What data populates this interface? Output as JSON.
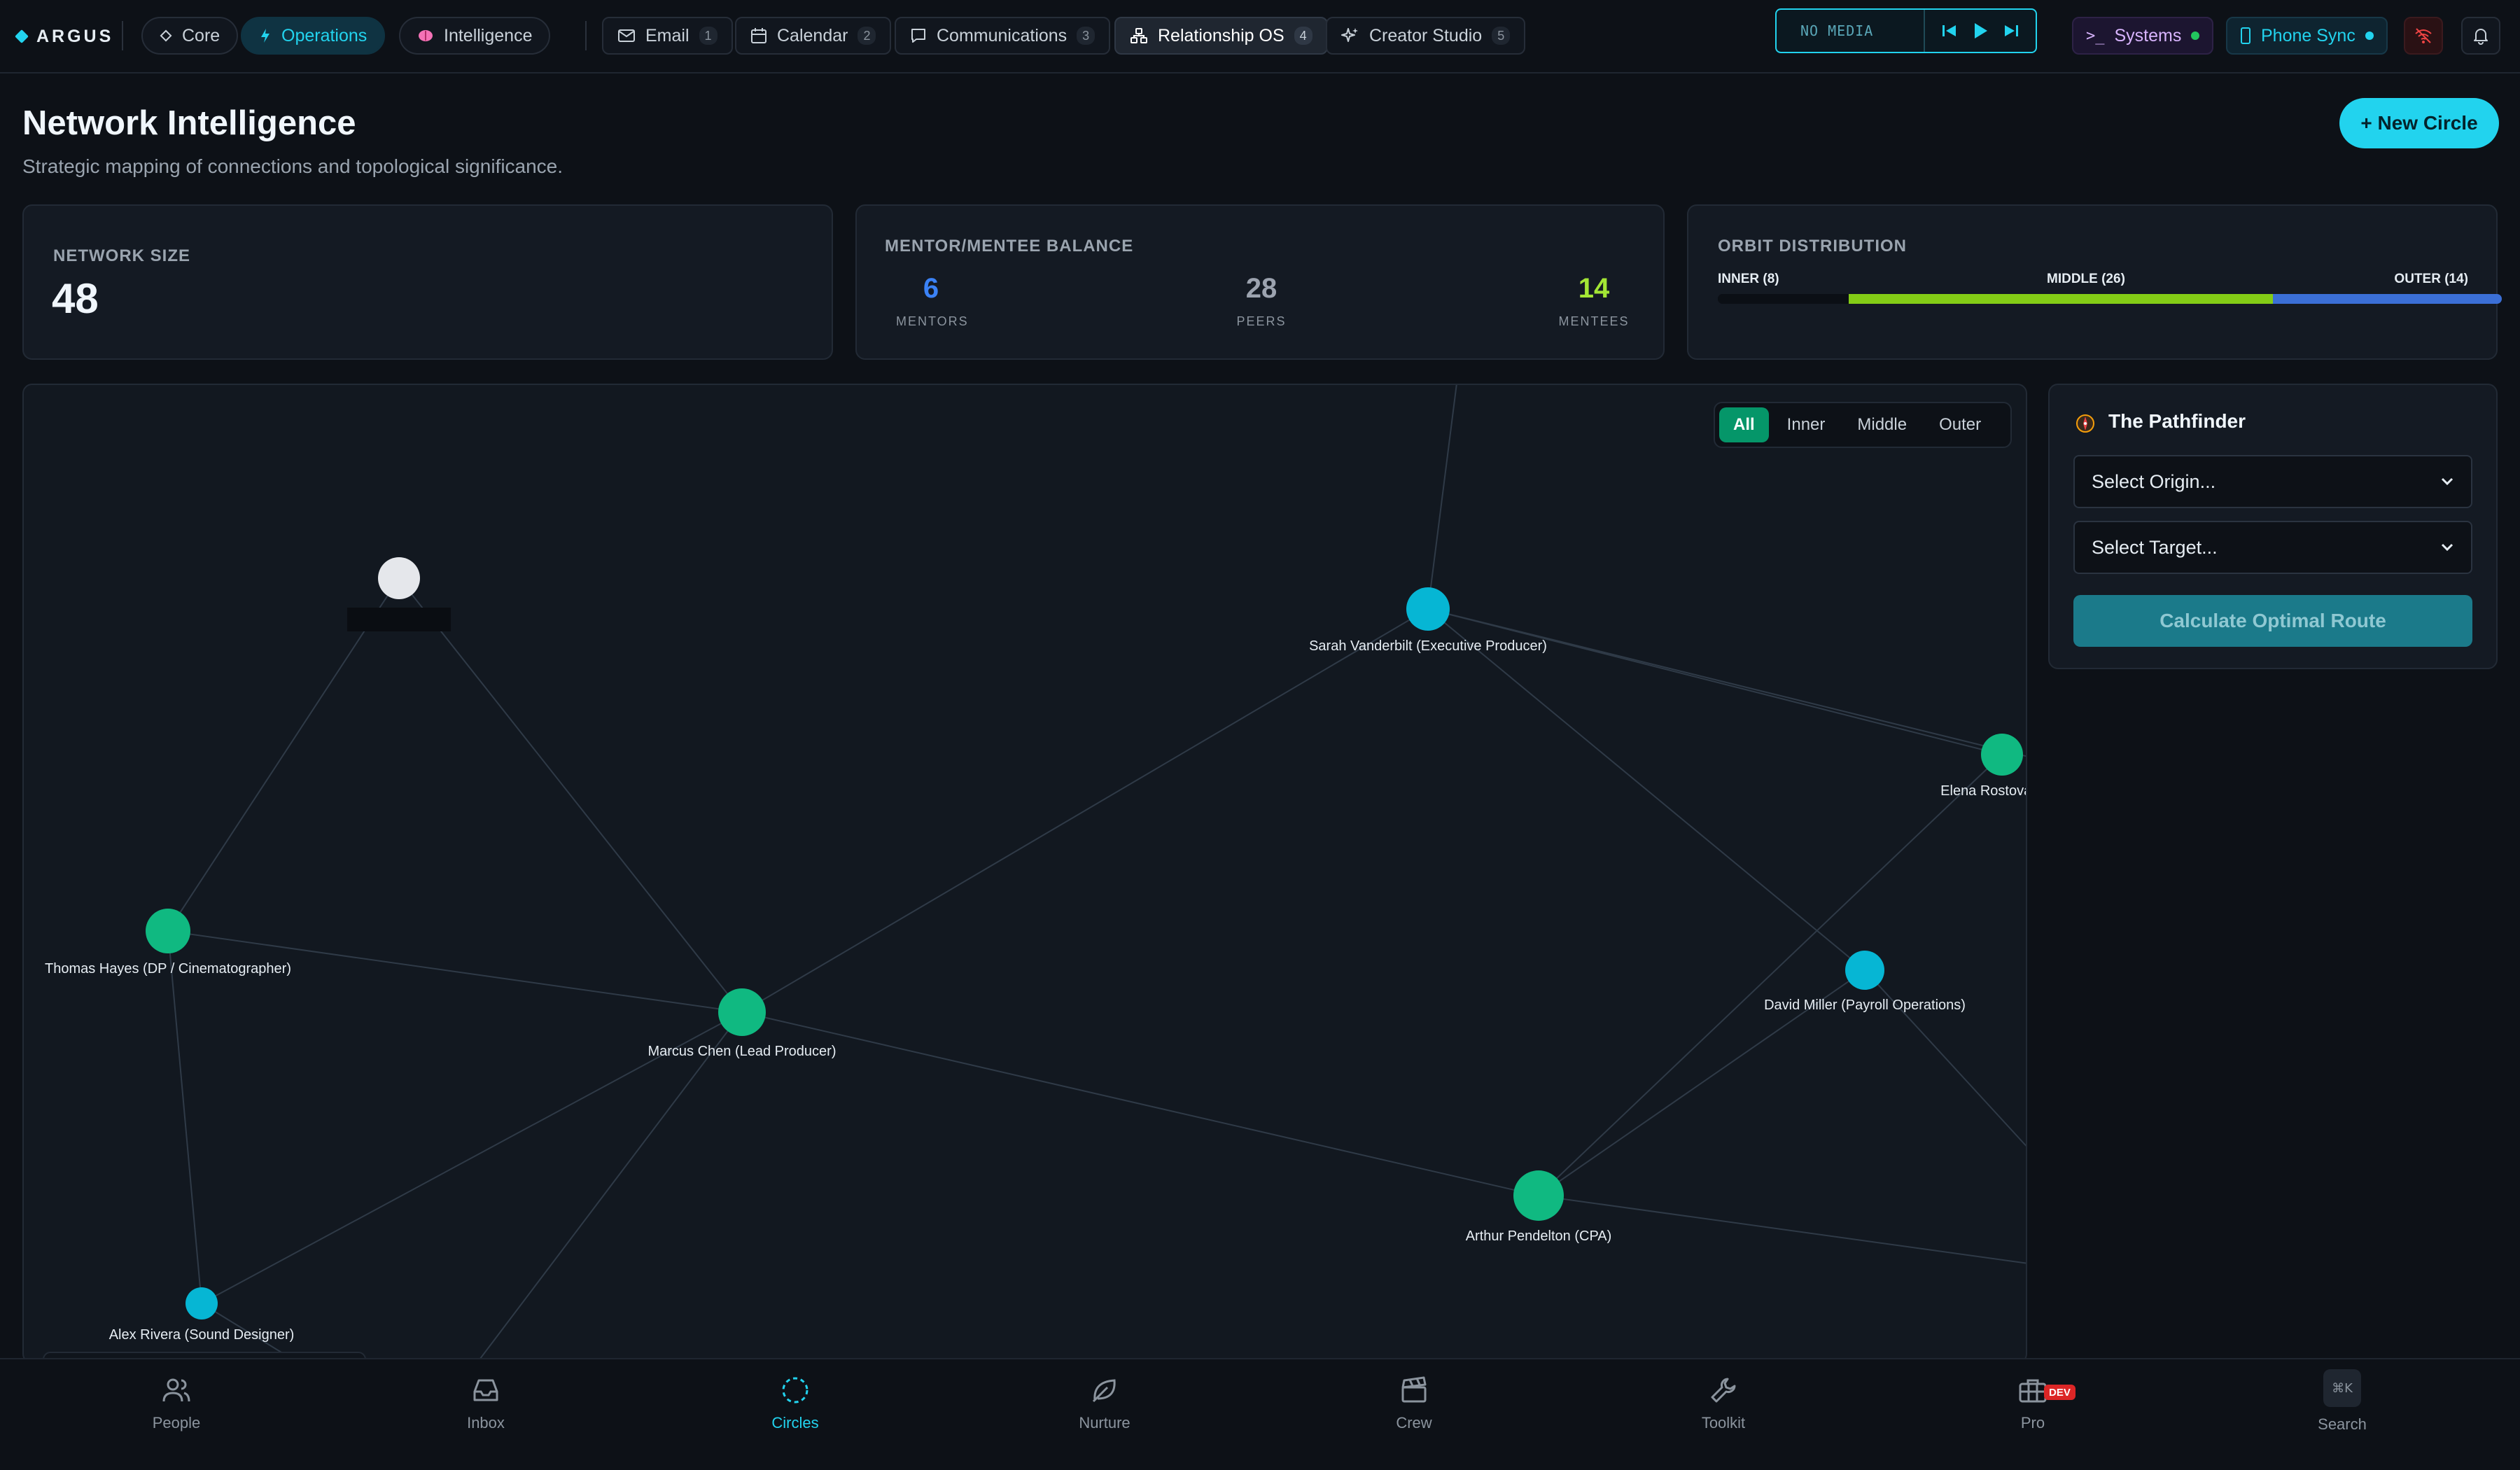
{
  "brand": {
    "name": "ARGUS"
  },
  "mode_pills": [
    {
      "label": "Core",
      "icon": "diamond-icon"
    },
    {
      "label": "Operations",
      "icon": "bolt-icon",
      "active": true
    },
    {
      "label": "Intelligence",
      "icon": "brain-icon"
    }
  ],
  "app_tabs": [
    {
      "label": "Email",
      "badge": "1",
      "icon": "mail-icon"
    },
    {
      "label": "Calendar",
      "badge": "2",
      "icon": "calendar-icon"
    },
    {
      "label": "Communications",
      "badge": "3",
      "icon": "chat-icon"
    },
    {
      "label": "Relationship OS",
      "badge": "4",
      "icon": "network-icon",
      "active": true
    },
    {
      "label": "Creator Studio",
      "badge": "5",
      "icon": "sparkle-icon"
    }
  ],
  "media": {
    "label": "NO MEDIA"
  },
  "systems": {
    "label": "Systems",
    "status_color": "#22c55e"
  },
  "phone_sync": {
    "label": "Phone Sync",
    "status_color": "#22d3ee"
  },
  "header": {
    "title": "Network Intelligence",
    "subtitle": "Strategic mapping of connections and topological significance.",
    "new_circle_label": "+ New Circle"
  },
  "stats": {
    "network_size": {
      "label": "NETWORK SIZE",
      "value": "48"
    },
    "balance": {
      "label": "MENTOR/MENTEE BALANCE",
      "mentors": {
        "value": "6",
        "label": "MENTORS",
        "color": "#3b82f6"
      },
      "peers": {
        "value": "28",
        "label": "PEERS",
        "color": "#9ca3af"
      },
      "mentees": {
        "value": "14",
        "label": "MENTEES",
        "color": "#a3e635"
      }
    },
    "orbit": {
      "label": "ORBIT DISTRIBUTION",
      "inner": {
        "label": "INNER (8)",
        "count": 8,
        "color": "#0b0f15"
      },
      "middle": {
        "label": "MIDDLE (26)",
        "count": 26,
        "color": "#84cc16"
      },
      "outer": {
        "label": "OUTER (14)",
        "count": 14,
        "color": "#3b6fd6"
      }
    }
  },
  "graph": {
    "filters": [
      {
        "label": "All",
        "active": true
      },
      {
        "label": "Inner"
      },
      {
        "label": "Middle"
      },
      {
        "label": "Outer"
      }
    ],
    "nodes": [
      {
        "id": "you",
        "label": "",
        "color": "#e5e7eb"
      },
      {
        "id": "sarah",
        "label": "Sarah Vanderbilt (Executive Producer)",
        "color": "#06b6d4"
      },
      {
        "id": "elena",
        "label": "Elena Rostova (Leg",
        "color": "#10b981"
      },
      {
        "id": "thomas",
        "label": "Thomas Hayes (DP / Cinematographer)",
        "color": "#10b981"
      },
      {
        "id": "marcus",
        "label": "Marcus Chen (Lead Producer)",
        "color": "#10b981"
      },
      {
        "id": "david",
        "label": "David Miller (Payroll Operations)",
        "color": "#06b6d4"
      },
      {
        "id": "arthur",
        "label": "Arthur Pendelton (CPA)",
        "color": "#10b981"
      },
      {
        "id": "alex",
        "label": "Alex Rivera (Sound Designer)",
        "color": "#06b6d4"
      }
    ],
    "edges": [
      [
        "you",
        "thomas"
      ],
      [
        "you",
        "marcus"
      ],
      [
        "sarah",
        "marcus"
      ],
      [
        "sarah",
        "elena"
      ],
      [
        "sarah",
        "david"
      ],
      [
        "thomas",
        "marcus"
      ],
      [
        "marcus",
        "arthur"
      ],
      [
        "marcus",
        "alex"
      ],
      [
        "thomas",
        "alex"
      ],
      [
        "arthur",
        "david"
      ],
      [
        "arthur",
        "elena"
      ]
    ]
  },
  "pathfinder": {
    "title": "The Pathfinder",
    "origin_placeholder": "Select Origin...",
    "target_placeholder": "Select Target...",
    "calculate_label": "Calculate Optimal Route"
  },
  "bottom_nav": [
    {
      "label": "People",
      "icon": "people-icon"
    },
    {
      "label": "Inbox",
      "icon": "inbox-icon"
    },
    {
      "label": "Circles",
      "icon": "circle-dashed-icon",
      "active": true
    },
    {
      "label": "Nurture",
      "icon": "leaf-icon"
    },
    {
      "label": "Crew",
      "icon": "clapperboard-icon"
    },
    {
      "label": "Toolkit",
      "icon": "wrench-icon"
    },
    {
      "label": "Pro",
      "icon": "briefcase-icon",
      "badge": "DEV"
    },
    {
      "label": "Search",
      "icon": "command-k-icon",
      "shortcut": "⌘K"
    }
  ]
}
